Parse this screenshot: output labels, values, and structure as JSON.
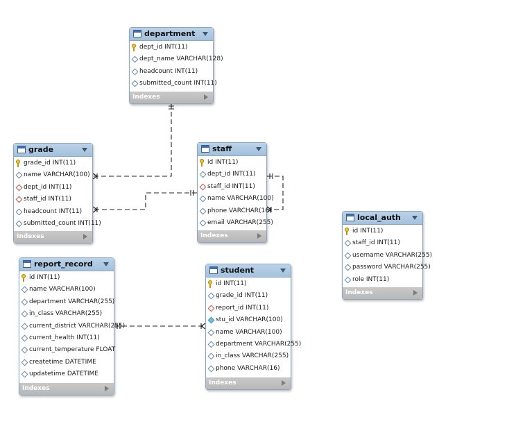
{
  "diagram": {
    "colors": {
      "header": "#a9c6e1",
      "border": "#8ba6c1",
      "indexes_bar": "#c1c1c1",
      "line": "#222222"
    },
    "indexes_label": "Indexes",
    "tables": {
      "department": {
        "name": "department",
        "columns": [
          {
            "text": "dept_id INT(11)",
            "icon": "primary-key-icon"
          },
          {
            "text": "dept_name VARCHAR(128)",
            "icon": "column-icon"
          },
          {
            "text": "headcount INT(11)",
            "icon": "column-icon"
          },
          {
            "text": "submitted_count INT(11)",
            "icon": "column-icon"
          }
        ]
      },
      "grade": {
        "name": "grade",
        "columns": [
          {
            "text": "grade_id INT(11)",
            "icon": "primary-key-icon"
          },
          {
            "text": "name VARCHAR(100)",
            "icon": "column-icon"
          },
          {
            "text": "dept_id INT(11)",
            "icon": "foreign-key-icon"
          },
          {
            "text": "staff_id INT(11)",
            "icon": "foreign-key-icon"
          },
          {
            "text": "headcount INT(11)",
            "icon": "column-icon"
          },
          {
            "text": "submitted_count INT(11)",
            "icon": "column-icon"
          }
        ]
      },
      "staff": {
        "name": "staff",
        "columns": [
          {
            "text": "id INT(11)",
            "icon": "primary-key-icon"
          },
          {
            "text": "dept_id INT(11)",
            "icon": "column-icon"
          },
          {
            "text": "staff_id INT(11)",
            "icon": "foreign-key-icon"
          },
          {
            "text": "name VARCHAR(100)",
            "icon": "column-icon"
          },
          {
            "text": "phone VARCHAR(16)",
            "icon": "column-icon"
          },
          {
            "text": "email VARCHAR(255)",
            "icon": "column-icon"
          }
        ]
      },
      "local_auth": {
        "name": "local_auth",
        "columns": [
          {
            "text": "id INT(11)",
            "icon": "primary-key-icon"
          },
          {
            "text": "staff_id INT(11)",
            "icon": "column-icon"
          },
          {
            "text": "username VARCHAR(255)",
            "icon": "column-icon"
          },
          {
            "text": "password VARCHAR(255)",
            "icon": "column-icon"
          },
          {
            "text": "role INT(11)",
            "icon": "column-icon"
          }
        ]
      },
      "report_record": {
        "name": "report_record",
        "columns": [
          {
            "text": "id INT(11)",
            "icon": "primary-key-icon"
          },
          {
            "text": "name VARCHAR(100)",
            "icon": "column-icon"
          },
          {
            "text": "department VARCHAR(255)",
            "icon": "column-icon"
          },
          {
            "text": "in_class VARCHAR(255)",
            "icon": "column-icon"
          },
          {
            "text": "current_district VARCHAR(255)",
            "icon": "column-icon"
          },
          {
            "text": "current_health INT(11)",
            "icon": "column-icon"
          },
          {
            "text": "current_temperature FLOAT",
            "icon": "column-icon"
          },
          {
            "text": "createtime DATETIME",
            "icon": "column-icon"
          },
          {
            "text": "updatetime DATETIME",
            "icon": "column-icon"
          }
        ]
      },
      "student": {
        "name": "student",
        "columns": [
          {
            "text": "id INT(11)",
            "icon": "primary-key-icon"
          },
          {
            "text": "grade_id INT(11)",
            "icon": "column-icon"
          },
          {
            "text": "report_id INT(11)",
            "icon": "foreign-key-icon"
          },
          {
            "text": "stu_id VARCHAR(100)",
            "icon": "not-null-column-icon"
          },
          {
            "text": "name VARCHAR(100)",
            "icon": "column-icon"
          },
          {
            "text": "department VARCHAR(255)",
            "icon": "column-icon"
          },
          {
            "text": "in_class VARCHAR(255)",
            "icon": "column-icon"
          },
          {
            "text": "phone VARCHAR(16)",
            "icon": "column-icon"
          }
        ]
      }
    }
  }
}
